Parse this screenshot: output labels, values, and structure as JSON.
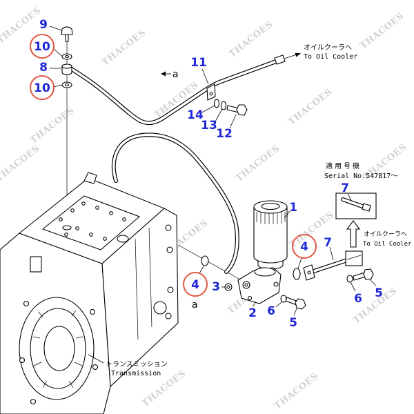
{
  "watermark": "THACOES",
  "colors": {
    "callout": "#1f26d8",
    "highlight": "#e2553f",
    "watermark": "#d2d2d2",
    "line": "#000000"
  },
  "callouts": [
    {
      "label": "9",
      "highlighted": false
    },
    {
      "label": "10",
      "highlighted": true
    },
    {
      "label": "8",
      "highlighted": false
    },
    {
      "label": "10",
      "highlighted": true
    },
    {
      "label": "11",
      "highlighted": false
    },
    {
      "label": "14",
      "highlighted": false
    },
    {
      "label": "13",
      "highlighted": false
    },
    {
      "label": "12",
      "highlighted": false
    },
    {
      "label": "1",
      "highlighted": false
    },
    {
      "label": "4",
      "highlighted": true
    },
    {
      "label": "7",
      "highlighted": false
    },
    {
      "label": "3",
      "highlighted": false
    },
    {
      "label": "2",
      "highlighted": false
    },
    {
      "label": "6",
      "highlighted": false
    },
    {
      "label": "5",
      "highlighted": false
    },
    {
      "label": "4",
      "highlighted": true
    },
    {
      "label": "6",
      "highlighted": false
    },
    {
      "label": "5",
      "highlighted": false
    },
    {
      "label": "7",
      "highlighted": false
    }
  ],
  "notes": {
    "to_oil_cooler_top": {
      "jp": "オイルクーラへ",
      "en": "To Oil Cooler"
    },
    "view_arrow_top": "a",
    "view_arrow_bottom": "a",
    "serial": {
      "jp": "適用号機",
      "en": "Serial No.547817～"
    },
    "to_oil_cooler_inset": {
      "jp": "オイルクーラへ",
      "en": "To Oil Cooler"
    },
    "transmission": {
      "jp": "トランスミッション",
      "en": "Transmission"
    }
  }
}
